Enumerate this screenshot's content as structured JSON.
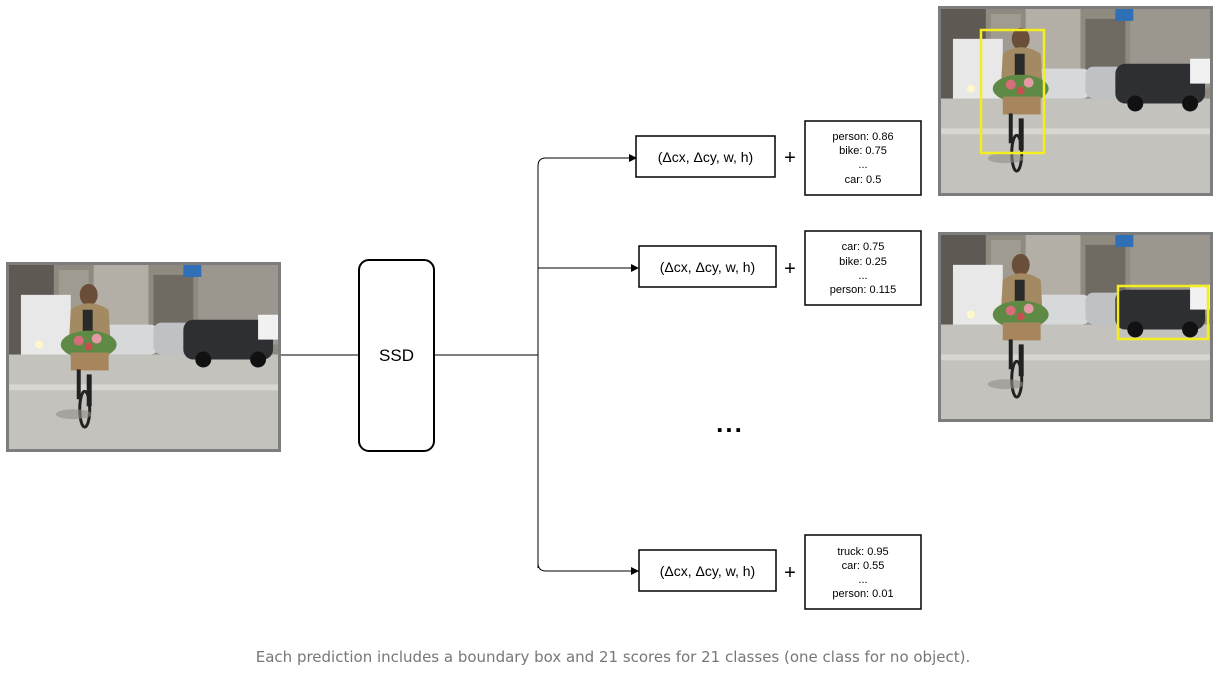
{
  "model": {
    "label": "SSD"
  },
  "predictions": [
    {
      "bbox": "(Δcx, Δcy, w, h)",
      "plus": "+",
      "scores": [
        "person: 0.86",
        "bike: 0.75",
        "...",
        "car: 0.5"
      ]
    },
    {
      "bbox": "(Δcx, Δcy, w, h)",
      "plus": "+",
      "scores": [
        "car: 0.75",
        "bike: 0.25",
        "...",
        "person: 0.115"
      ]
    },
    {
      "bbox": "(Δcx, Δcy, w, h)",
      "plus": "+",
      "scores": [
        "truck: 0.95",
        "car:  0.55",
        "...",
        "person: 0.01"
      ]
    }
  ],
  "more_predictions": "...",
  "highlight_color": "#f2ee1f",
  "caption": "Each prediction includes a boundary box and 21 scores for 21 classes (one class for no object)."
}
